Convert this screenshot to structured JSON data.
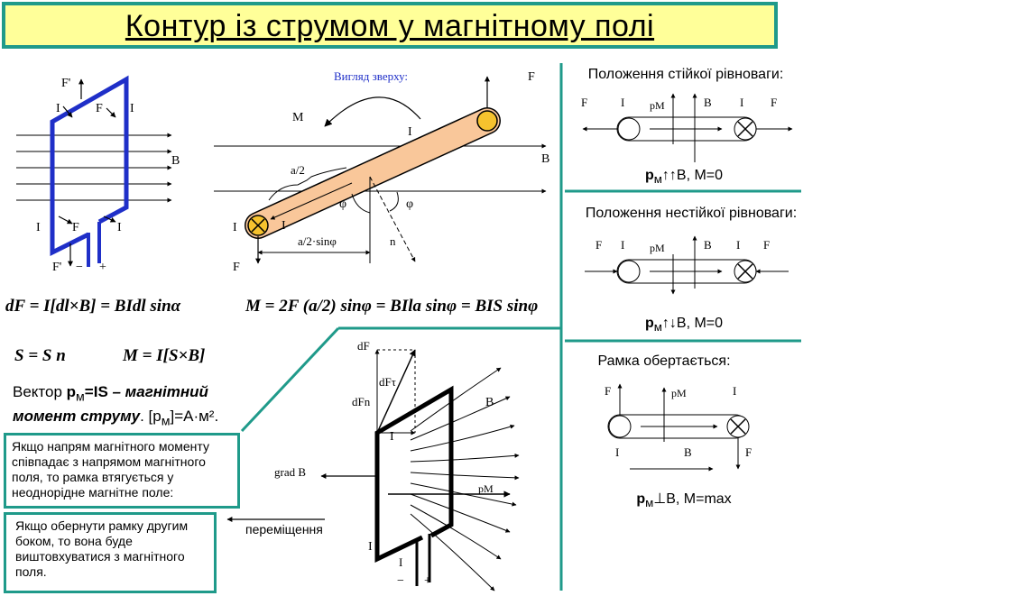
{
  "title": "Контур із струмом у магнітному полі",
  "top_view_label": "Вигляд зверху:",
  "labels": {
    "F": "F",
    "F_prime": "F'",
    "I": "I",
    "B": "B",
    "M": "M",
    "a_half": "a/2",
    "a_half_sin": "a/2·sinφ",
    "phi": "φ",
    "n": "n",
    "minus": "−",
    "plus": "+",
    "pM": "pM",
    "dF": "dF",
    "dFt": "dFτ",
    "dFn": "dFn",
    "grad_B": "grad B"
  },
  "formulas": {
    "dF": "dF = I[dl×B] = BIdl sinα",
    "M": "M = 2F (a/2) sinφ = BIla sinφ = BIS sinφ",
    "S": "S = S n",
    "Mvec": "M = I[S×B]"
  },
  "vector_text": {
    "prefix": "Вектор ",
    "pm": "p",
    "sub": "м",
    "eq": "=I",
    "S": "S",
    "dash_italic": " – магнітний момент струму",
    "units": ". [p",
    "units_sub": "м",
    "units_end": "]=А·м²."
  },
  "note_attract": "Якщо напрям магнітного моменту співпадає з напрямом магнітного поля, то рамка втягується у неоднорідне магнітне поле:",
  "note_repel": "Якщо обернути рамку другим боком, то вона буде виштовхуватися з магнітного поля.",
  "displacement_label": "переміщення",
  "panels": {
    "stable_title": "Положення стійкої рівноваги:",
    "stable_cond_main": "p",
    "stable_cond_sub": "м",
    "stable_cond_rest": "↑↑B, M=0",
    "unstable_title": "Положення нестійкої рівноваги:",
    "unstable_cond_main": "p",
    "unstable_cond_sub": "м",
    "unstable_cond_rest": "↑↓B, M=0",
    "rotate_title": "Рамка обертається:",
    "rotate_cond_main": "p",
    "rotate_cond_sub": "м",
    "rotate_cond_rest": "⊥B, M=max"
  },
  "colors": {
    "teal": "#1f9a8a",
    "title_bg": "#ffff99",
    "frame_blue": "#1f2fc8",
    "rod": "#f9c79a",
    "rod_end": "#f5c22e"
  }
}
